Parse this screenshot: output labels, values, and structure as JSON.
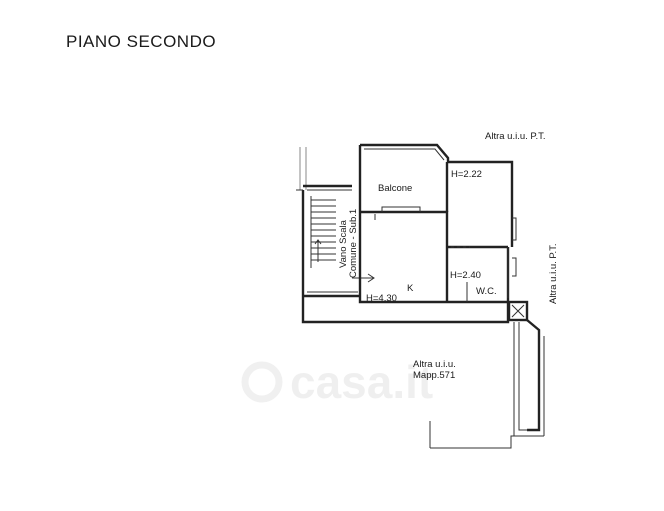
{
  "title": "PIANO SECONDO",
  "labels": {
    "altra_top": "Altra u.i.u. P.T.",
    "altra_right": "Altra u.i.u. P.T.",
    "balcone": "Balcone",
    "h_222": "H=2.22",
    "h_240": "H=2.40",
    "h_430": "H=4.30",
    "kitchen": "K",
    "wc": "W.C.",
    "vano_scala": "Vano Scala",
    "comune": "Comune - Sub.1",
    "altra_bottom_1": "Altra u.i.u.",
    "altra_bottom_2": "Mapp.571"
  },
  "watermark": "casa.it"
}
